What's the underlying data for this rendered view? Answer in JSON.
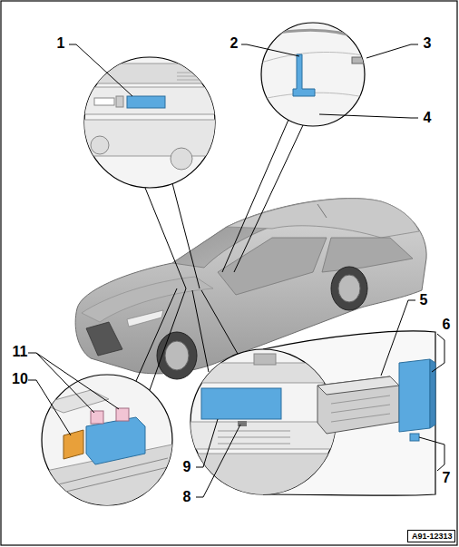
{
  "diagram": {
    "nodes": [
      {
        "text": [
          "A91-12313"
        ]
      }
    ],
    "labels": [
      "1",
      "2",
      "3",
      "4",
      "5",
      "6",
      "7",
      "8",
      "9",
      "10",
      "11"
    ]
  }
}
